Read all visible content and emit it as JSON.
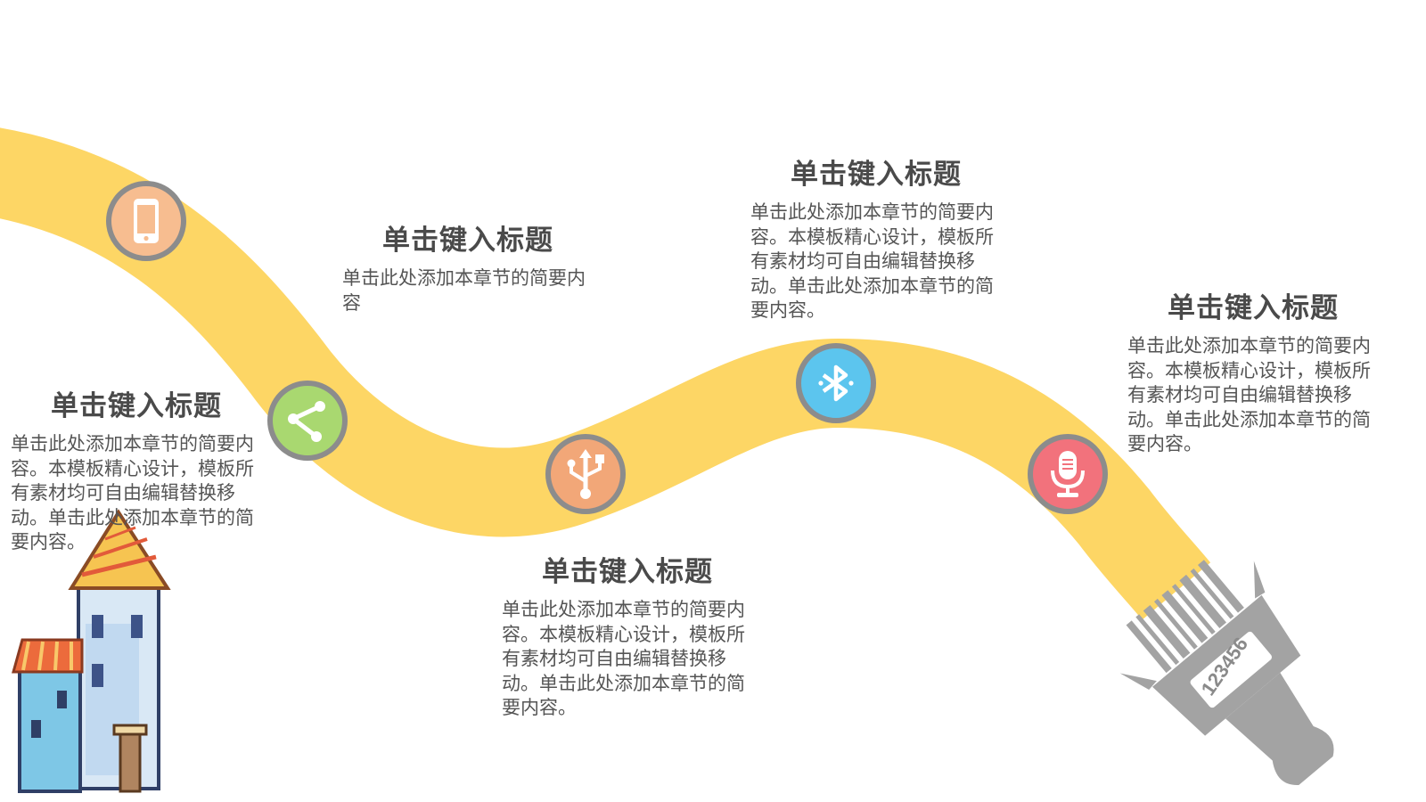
{
  "steps": [
    {
      "title": "单击键入标题",
      "body": "单击此处添加本章节的简要内容。本模板精心设计，模板所有素材均可自由编辑替换移动。单击此处添加本章节的简要内容。",
      "icon": "phone-icon",
      "color": "#f7bd90"
    },
    {
      "title": "单击键入标题",
      "body": "单击此处添加本章节的简要内容",
      "icon": "share-icon",
      "color": "#a9d870"
    },
    {
      "title": "单击键入标题",
      "body": "单击此处添加本章节的简要内容。本模板精心设计，模板所有素材均可自由编辑替换移动。单击此处添加本章节的简要内容。",
      "icon": "usb-icon",
      "color": "#f2a778"
    },
    {
      "title": "单击键入标题",
      "body": "单击此处添加本章节的简要内容。本模板精心设计，模板所有素材均可自由编辑替换移动。单击此处添加本章节的简要内容。",
      "icon": "bluetooth-icon",
      "color": "#5cc5ee"
    },
    {
      "title": "单击键入标题",
      "body": "单击此处添加本章节的简要内容。本模板精心设计，模板所有素材均可自由编辑替换移动。单击此处添加本章节的简要内容。",
      "icon": "microphone-icon",
      "color": "#f2727c"
    }
  ],
  "brush_label": "123456",
  "colors": {
    "road": "#fdd665",
    "ring": "#8c8c8c",
    "brush": "#a3a3a3"
  }
}
